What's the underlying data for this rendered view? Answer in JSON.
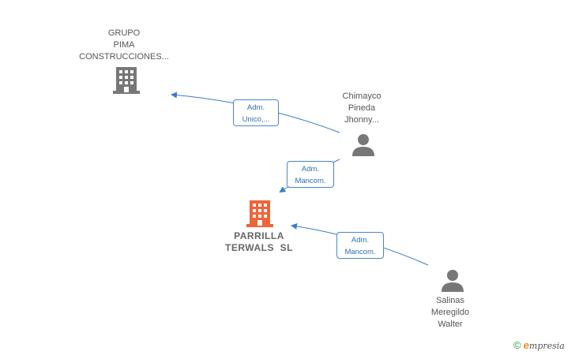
{
  "colors": {
    "edge": "#3a7cc4",
    "person_icon": "#777777",
    "company_icon": "#777777",
    "main_company_icon": "#f0643a"
  },
  "nodes": {
    "grupo_pima": {
      "lines": [
        "GRUPO",
        "PIMA",
        "CONSTRUCCIONES..."
      ],
      "icon": "building-icon"
    },
    "chimayco": {
      "lines": [
        "Chimayco",
        "Pineda",
        "Jhonny..."
      ],
      "icon": "person-icon"
    },
    "parrilla": {
      "lines": [
        "PARRILLA",
        "TERWALS  SL"
      ],
      "icon": "building-icon"
    },
    "salinas": {
      "lines": [
        "Salinas",
        "Meregildo",
        "Walter"
      ],
      "icon": "person-icon"
    }
  },
  "edges": {
    "chimayco_to_grupo": {
      "lines": [
        "Adm.",
        "Unico,..."
      ]
    },
    "chimayco_to_parrilla": {
      "lines": [
        "Adm.",
        "Mancom."
      ]
    },
    "salinas_to_parrilla": {
      "lines": [
        "Adm.",
        "Mancom."
      ]
    }
  },
  "footer": {
    "copyright": "©",
    "brand_initial": "e",
    "brand_rest": "mpresia"
  }
}
